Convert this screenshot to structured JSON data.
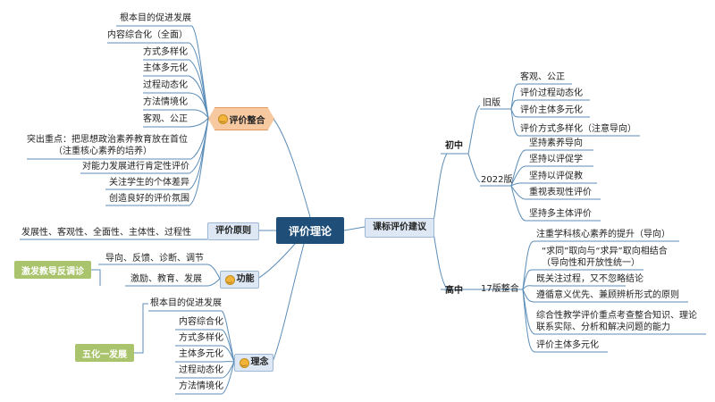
{
  "root": "评价理论",
  "branches": {
    "integration": {
      "label": "评价整合",
      "items": [
        "根本目的促进发展",
        "内容综合化（全面）",
        "方式多样化",
        "主体多元化",
        "过程动态化",
        "方法情境化",
        "客观、公正",
        "突出重点：把思想政治素养教育放在首位",
        "（注重核心素养的培养）",
        "对能力发展进行肯定性评价",
        "关注学生的个体差异",
        "创造良好的评价氛围"
      ]
    },
    "principle": {
      "label": "评价原则",
      "text": "发展性、客观性、全面性、主体性、过程性"
    },
    "function": {
      "label": "功能",
      "items": [
        "导向、反馈、诊断、调节",
        "激励、教育、发展"
      ],
      "tag": "激发教导反调诊"
    },
    "concept": {
      "label": "理念",
      "items": [
        "根本目的促进发展",
        "内容综合化",
        "方式多样化",
        "主体多元化",
        "过程动态化",
        "方法情境化"
      ],
      "tag": "五化一发展"
    },
    "curriculum": {
      "label": "课标评价建议",
      "junior": {
        "label": "初中",
        "old": {
          "label": "旧版",
          "items": [
            "客观、公正",
            "评价过程动态化",
            "评价主体多元化",
            "评价方式多样化（注意导向）"
          ]
        },
        "v2022": {
          "label": "2022版",
          "items": [
            "坚持素养导向",
            "坚持以评促学",
            "坚持以评促教",
            "重视表现性评价",
            "坚持多主体评价"
          ]
        }
      },
      "senior": {
        "label": "高中",
        "v17": {
          "label": "17版整合",
          "items": [
            "注重学科核心素养的提升（导向）",
            "“求同”取向与“求异”取向相结合",
            "（导向性和开放性统一）",
            "既关注过程，又不忽略结论",
            "遵循意义优先、兼顾辨析形式的原则",
            "综合性教学评价重点考查整合知识、理论",
            "联系实际、分析和解决问题的能力",
            "评价主体多元化"
          ]
        }
      }
    }
  },
  "colors": {
    "root": "#1f4e79",
    "branch_box": "#dde8f4",
    "hex_fill": "#f7c9a1",
    "green_tag": "#a9c46c",
    "line": "#5b8db8"
  },
  "icons": {
    "smile": "smile-icon"
  }
}
